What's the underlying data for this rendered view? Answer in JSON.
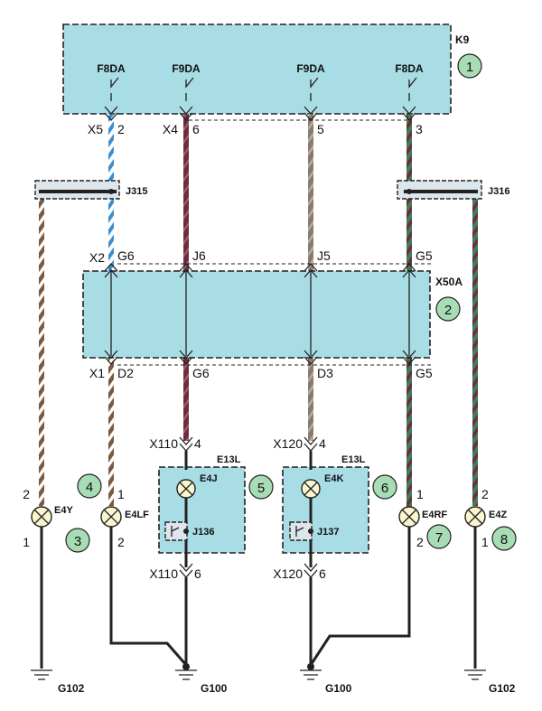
{
  "modules": {
    "k9": {
      "label": "K9",
      "number": "1"
    },
    "x50a": {
      "label": "X50A",
      "number": "2"
    },
    "e13l_left": {
      "label": "E13L"
    },
    "e13l_right": {
      "label": "E13L"
    }
  },
  "fuses": [
    "F8DA",
    "F9DA",
    "F9DA",
    "F8DA"
  ],
  "top_connectors": [
    {
      "name": "X5",
      "pin": "2"
    },
    {
      "name": "X4",
      "pin": "6"
    },
    {
      "name": "",
      "pin": "5"
    },
    {
      "name": "",
      "pin": "3"
    }
  ],
  "splices": {
    "left": "J315",
    "right": "J316"
  },
  "x2": {
    "name": "X2",
    "pins": [
      "G6",
      "J6",
      "J5",
      "G5"
    ]
  },
  "x1": {
    "name": "X1",
    "pins": [
      "D2",
      "G6",
      "D3",
      "G5"
    ]
  },
  "middle_connectors": {
    "left": {
      "name": "X110",
      "top_pin": "4",
      "bottom_pin": "6"
    },
    "right": {
      "name": "X120",
      "top_pin": "4",
      "bottom_pin": "6"
    }
  },
  "lamps": [
    {
      "id": "E4Y",
      "number": "3",
      "pin_top": "2",
      "pin_bottom": "1"
    },
    {
      "id": "E4LF",
      "number": "4",
      "pin_top": "1",
      "pin_bottom": "2"
    },
    {
      "id": "E4J",
      "number": "5",
      "switch": "J136"
    },
    {
      "id": "E4K",
      "number": "6",
      "switch": "J137"
    },
    {
      "id": "E4RF",
      "number": "7",
      "pin_top": "1",
      "pin_bottom": "2"
    },
    {
      "id": "E4Z",
      "number": "8",
      "pin_top": "2",
      "pin_bottom": "1"
    }
  ],
  "grounds": [
    "G102",
    "G100",
    "G100",
    "G102"
  ],
  "colors": {
    "module_fill": "#a8dde6",
    "callout_fill": "#a7dcb4",
    "wire_blue_white": "#3a8fd0",
    "wire_brown_white": "#7a5a40",
    "wire_maroon": "#6e2c3c",
    "wire_grey_brown": "#8a7a6e",
    "wire_green_maroon": "#3f7d52"
  }
}
